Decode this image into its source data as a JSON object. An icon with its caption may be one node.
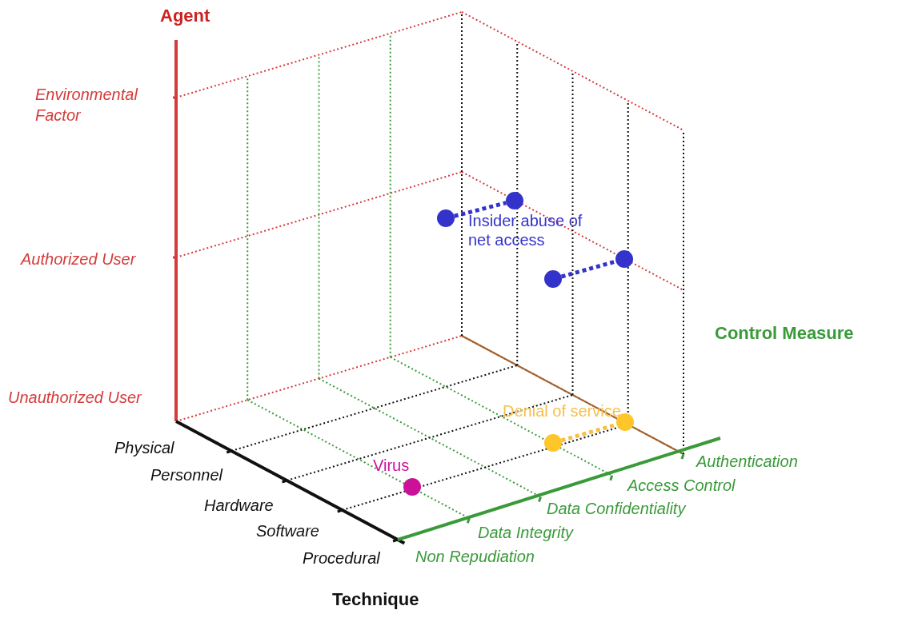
{
  "diagram": {
    "nodes": [
      {
        "text": [],
        "shape": "circle",
        "beside": [
          "Insider abuse of net access"
        ]
      },
      {
        "text": [],
        "shape": "circle"
      },
      {
        "text": [],
        "shape": "circle"
      },
      {
        "text": [],
        "shape": "circle"
      },
      {
        "text": [],
        "shape": "circle"
      },
      {
        "text": [],
        "shape": "circle",
        "beside": [
          "Denial of service"
        ]
      },
      {
        "text": [],
        "shape": "circle",
        "beside": [
          "Virus"
        ]
      }
    ],
    "edges": [
      {
        "from": 0,
        "to": 1,
        "arrow": "none",
        "style": "dashed",
        "color": "#3333cc"
      },
      {
        "from": 2,
        "to": 3,
        "arrow": "none",
        "style": "dashed",
        "color": "#3333cc"
      },
      {
        "from": 4,
        "to": 5,
        "arrow": "none",
        "style": "dashed",
        "color": "#f5c04a"
      }
    ],
    "labels": [
      "Agent",
      "Environmental Factor",
      "Authorized User",
      "Unauthorized User",
      "Physical",
      "Personnel",
      "Hardware",
      "Software",
      "Procedural",
      "Technique",
      "Control Measure",
      "Authentication",
      "Access Control",
      "Data Confidentiality",
      "Data Integrity",
      "Non Repudiation"
    ]
  }
}
